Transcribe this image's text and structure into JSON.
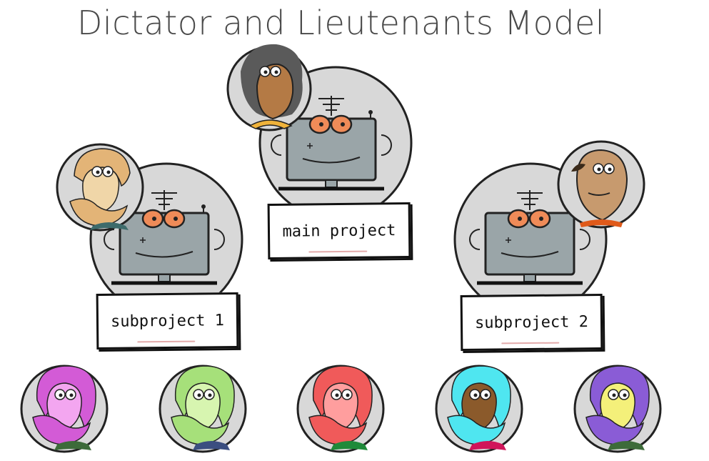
{
  "title": "Dictator and Lieutenants Model",
  "nodes": {
    "main": {
      "label": "main project"
    },
    "sub1": {
      "label": "subproject 1"
    },
    "sub2": {
      "label": "subproject 2"
    }
  },
  "icons": [
    "robot-computer-icon",
    "dictator-avatar-icon",
    "lieutenant-avatar-icon",
    "developer-avatar-icon"
  ],
  "developers": [
    {
      "name": "developer-magenta",
      "hair": "#d35bd6",
      "skin": "#f3a6f0",
      "shirt": "#3d6b3a"
    },
    {
      "name": "developer-green",
      "hair": "#a6e07a",
      "skin": "#d7f5b0",
      "shirt": "#3b4e80"
    },
    {
      "name": "developer-red",
      "hair": "#f05a5a",
      "skin": "#ff9e9e",
      "shirt": "#1f8a3a"
    },
    {
      "name": "developer-cyan",
      "hair": "#4fe6f0",
      "skin": "#8b5a2b",
      "shirt": "#d0155a"
    },
    {
      "name": "developer-purple",
      "hair": "#8a5cd6",
      "skin": "#f4f07a",
      "shirt": "#3d6b3a"
    }
  ],
  "colors": {
    "bubble": "#d8d8d8",
    "monitor": "#9aa5a8",
    "eyes": "#ef8b58",
    "dictator_skin": "#b47a45",
    "dictator_hair": "#5a5a5a",
    "lt1_hair": "#e3b477",
    "lt1_skin": "#f0d6a8",
    "lt2_skin": "#c79a6e"
  }
}
